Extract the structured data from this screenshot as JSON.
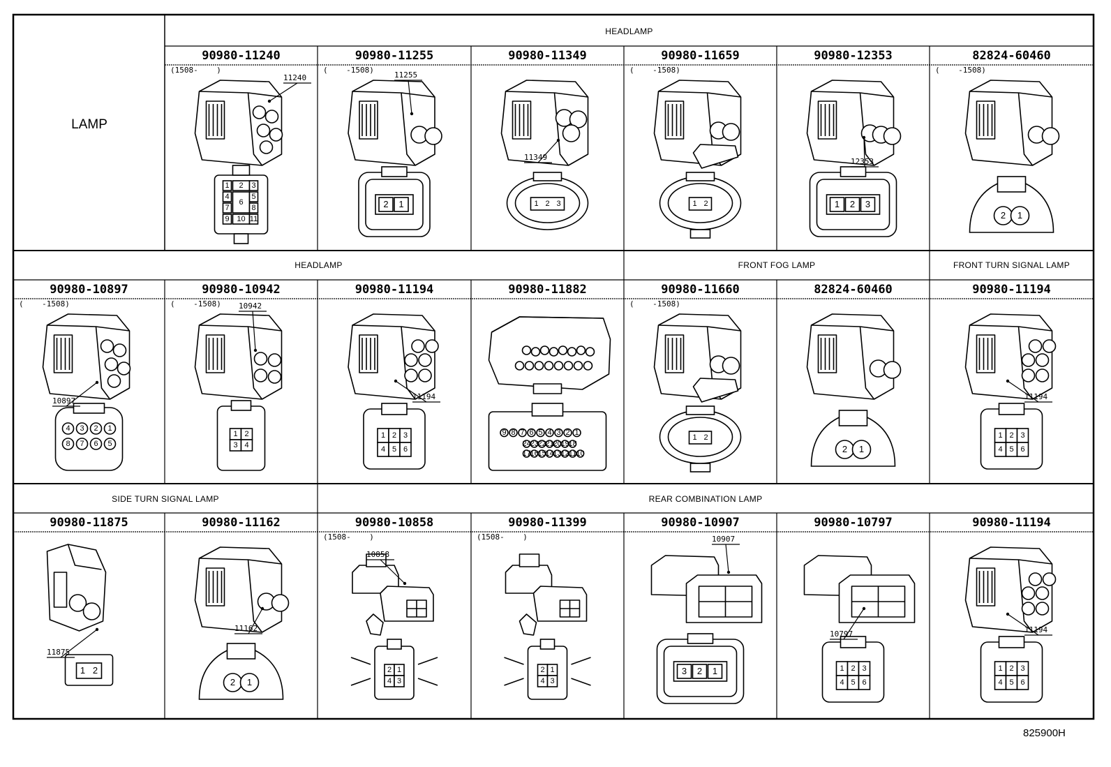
{
  "row_label": "LAMP",
  "groups": {
    "headlamp_1": "HEADLAMP",
    "headlamp_2": "HEADLAMP",
    "front_fog": "FRONT FOG LAMP",
    "front_turn": "FRONT TURN SIGNAL LAMP",
    "side_turn": "SIDE TURN SIGNAL LAMP",
    "rear_combo": "REAR COMBINATION LAMP"
  },
  "rows": [
    [
      {
        "part": "90980-11240",
        "date": "(1508-    )",
        "callout": "11240",
        "pins": [
          "2",
          "1",
          "3",
          "4",
          "5",
          "6",
          "7",
          "8",
          "9",
          "10",
          "11"
        ]
      },
      {
        "part": "90980-11255",
        "date": "(    -1508)",
        "callout": "11255",
        "pins": [
          "2",
          "1"
        ]
      },
      {
        "part": "90980-11349",
        "date": "",
        "callout": "11349",
        "pins": [
          "1",
          "2",
          "3"
        ]
      },
      {
        "part": "90980-11659",
        "date": "(    -1508)",
        "callout": "",
        "pins": [
          "1",
          "2"
        ]
      },
      {
        "part": "90980-12353",
        "date": "",
        "callout": "12353",
        "pins": [
          "1",
          "2",
          "3"
        ]
      },
      {
        "part": "82824-60460",
        "date": "(    -1508)",
        "callout": "",
        "pins": [
          "2",
          "1"
        ]
      }
    ],
    [
      {
        "part": "90980-10897",
        "date": "(    -1508)",
        "callout": "10897",
        "pins": [
          "4",
          "3",
          "2",
          "1",
          "8",
          "7",
          "6",
          "5"
        ]
      },
      {
        "part": "90980-10942",
        "date": "(    -1508)",
        "callout": "10942",
        "pins": [
          "1",
          "2",
          "3",
          "4"
        ]
      },
      {
        "part": "90980-11194",
        "date": "",
        "callout": "11194",
        "pins": [
          "1",
          "2",
          "3",
          "4",
          "5",
          "6"
        ]
      },
      {
        "part": "90980-11882",
        "date": "",
        "callout": "",
        "pins": [
          "9",
          "8",
          "7",
          "6",
          "5",
          "4",
          "3",
          "2",
          "1",
          "24",
          "23",
          "22",
          "21",
          "20",
          "19",
          "18",
          "17",
          "16",
          "15",
          "14",
          "13",
          "12",
          "11",
          "10"
        ]
      },
      {
        "part": "90980-11660",
        "date": "(    -1508)",
        "callout": "",
        "pins": [
          "1",
          "2"
        ]
      },
      {
        "part": "82824-60460",
        "date": "",
        "callout": "",
        "pins": [
          "2",
          "1"
        ]
      },
      {
        "part": "90980-11194",
        "date": "",
        "callout": "11194",
        "pins": [
          "1",
          "2",
          "3",
          "4",
          "5",
          "6"
        ]
      }
    ],
    [
      {
        "part": "90980-11875",
        "date": "",
        "callout": "11875",
        "pins": [
          "1",
          "2"
        ]
      },
      {
        "part": "90980-11162",
        "date": "",
        "callout": "11162",
        "pins": [
          "2",
          "1"
        ]
      },
      {
        "part": "90980-10858",
        "date": "(1508-    )",
        "callout": "10858",
        "pins": [
          "2",
          "1",
          "4",
          "3"
        ]
      },
      {
        "part": "90980-11399",
        "date": "(1508-    )",
        "callout": "",
        "pins": [
          "2",
          "1",
          "4",
          "3"
        ]
      },
      {
        "part": "90980-10907",
        "date": "",
        "callout": "10907",
        "pins": [
          "3",
          "2",
          "1"
        ]
      },
      {
        "part": "90980-10797",
        "date": "",
        "callout": "10797",
        "pins": [
          "1",
          "2",
          "3",
          "4",
          "5",
          "6"
        ]
      },
      {
        "part": "90980-11194",
        "date": "",
        "callout": "11194",
        "pins": [
          "1",
          "2",
          "3",
          "4",
          "5",
          "6"
        ]
      }
    ]
  ],
  "illustration_code": "825900H"
}
